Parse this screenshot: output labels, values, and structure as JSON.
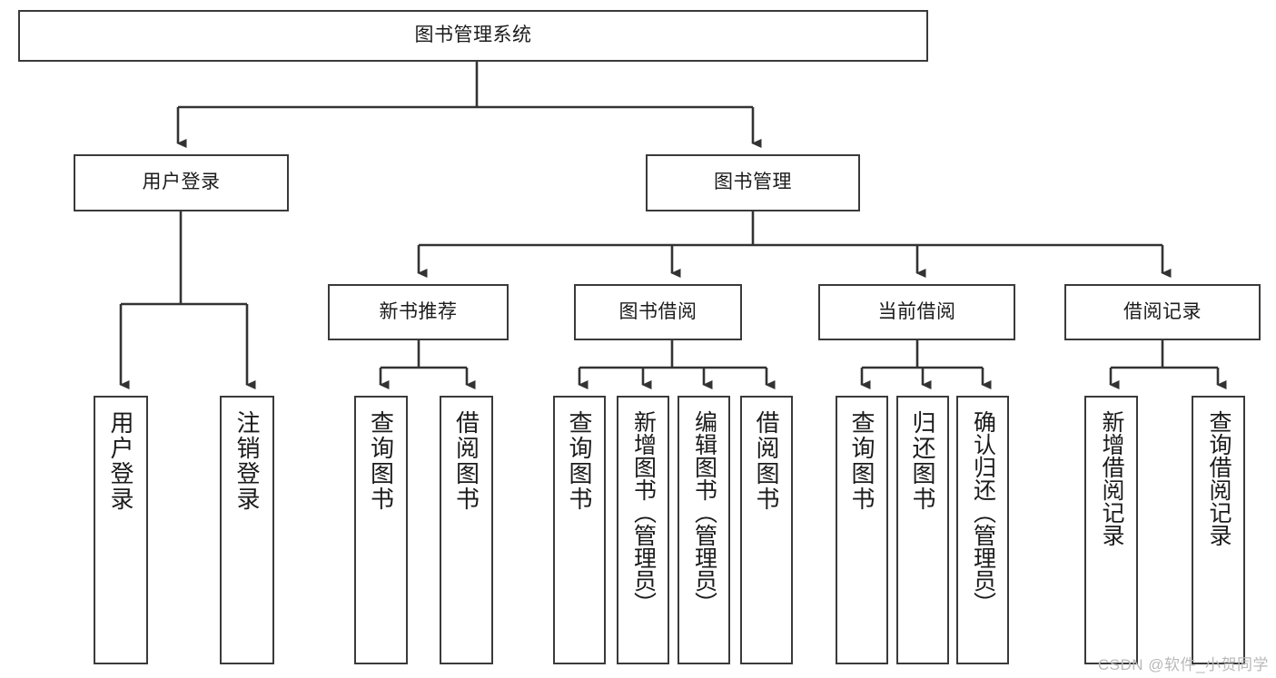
{
  "diagram": {
    "title": "图书管理系统",
    "type": "tree-hierarchy-diagram",
    "watermark": "CSDN @软件_小贺同学",
    "colors": {
      "box_border": "#3a3a3a",
      "connector": "#333333",
      "background": "#ffffff",
      "text": "#1b1b1b",
      "watermark": "#b9b9b9"
    },
    "nodes": {
      "root": {
        "label": "图书管理系统",
        "orientation": "horizontal"
      },
      "level2": [
        {
          "id": "user-login",
          "label": "用户登录",
          "orientation": "horizontal"
        },
        {
          "id": "book-manage",
          "label": "图书管理",
          "orientation": "horizontal"
        }
      ],
      "level3": [
        {
          "id": "new-book-recommend",
          "label": "新书推荐",
          "orientation": "horizontal"
        },
        {
          "id": "book-borrow",
          "label": "图书借阅",
          "orientation": "horizontal"
        },
        {
          "id": "current-borrow",
          "label": "当前借阅",
          "orientation": "horizontal"
        },
        {
          "id": "borrow-record",
          "label": "借阅记录",
          "orientation": "horizontal"
        }
      ],
      "leaves": {
        "user_login": [
          {
            "id": "leaf-user-login",
            "label": "用户登录",
            "orientation": "vertical"
          },
          {
            "id": "leaf-logout-login",
            "label": "注销登录",
            "orientation": "vertical"
          }
        ],
        "new_book_recommend": [
          {
            "id": "leaf-query-books-1",
            "label": "查询图书",
            "orientation": "vertical"
          },
          {
            "id": "leaf-borrow-books-1",
            "label": "借阅图书",
            "orientation": "vertical"
          }
        ],
        "book_borrow": [
          {
            "id": "leaf-query-books-2",
            "label": "查询图书",
            "orientation": "vertical"
          },
          {
            "id": "leaf-add-book-admin",
            "label": "新增图书（管理员）",
            "orientation": "vertical"
          },
          {
            "id": "leaf-edit-book-admin",
            "label": "编辑图书（管理员）",
            "orientation": "vertical"
          },
          {
            "id": "leaf-borrow-books-2",
            "label": "借阅图书",
            "orientation": "vertical"
          }
        ],
        "current_borrow": [
          {
            "id": "leaf-query-books-3",
            "label": "查询图书",
            "orientation": "vertical"
          },
          {
            "id": "leaf-return-books",
            "label": "归还图书",
            "orientation": "vertical"
          },
          {
            "id": "leaf-confirm-return-admin",
            "label": "确认归还（管理员）",
            "orientation": "vertical"
          }
        ],
        "borrow_record": [
          {
            "id": "leaf-add-borrow-record",
            "label": "新增借阅记录",
            "orientation": "vertical"
          },
          {
            "id": "leaf-query-borrow-record",
            "label": "查询借阅记录",
            "orientation": "vertical"
          }
        ]
      }
    }
  }
}
